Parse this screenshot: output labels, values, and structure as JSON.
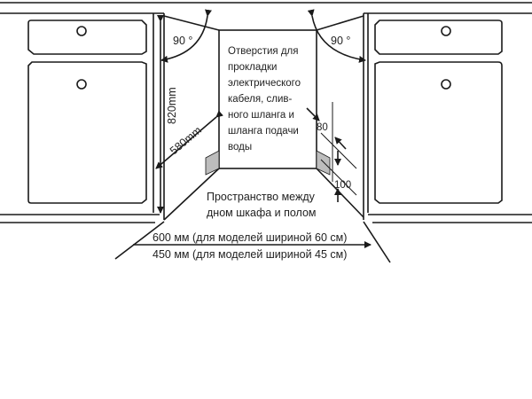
{
  "labels": {
    "angle_left": "90 °",
    "angle_right": "90 °",
    "height": "820mm",
    "depth": "580mm",
    "openings_lines": [
      "Отверстия для",
      "прокладки",
      "электрического",
      "кабеля, слив-",
      "ного шланга и",
      "шланга подачи",
      "воды"
    ],
    "dim_80": "80",
    "dim_100": "100",
    "space_lines": [
      "Пространство между",
      "дном шкафа и полом"
    ],
    "width_600": "600 мм (для моделей шириной 60 см)",
    "width_450": "450 мм (для моделей шириной 45 см)"
  },
  "colors": {
    "line": "#1a1a1a",
    "plinth": "#bdbdbd"
  }
}
